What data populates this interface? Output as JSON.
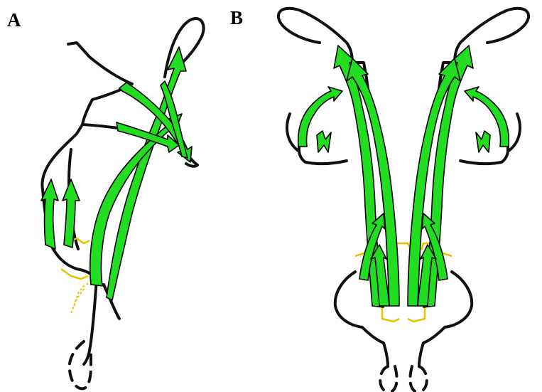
{
  "figure": {
    "panels": [
      {
        "id": "A",
        "label": "A"
      },
      {
        "id": "B",
        "label": "B"
      }
    ],
    "colors": {
      "beta_strand": "#22dd22",
      "loop": "#111111",
      "disulfide": "#e6c200",
      "background": "#ffffff"
    }
  }
}
